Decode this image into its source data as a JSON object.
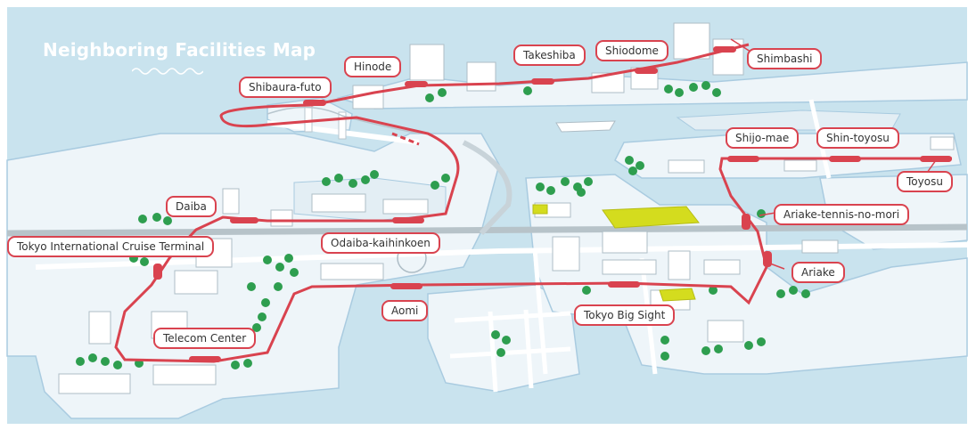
{
  "title": "Neighboring Facilities Map",
  "colors": {
    "sea": "#c9e3ee",
    "land": "#eef5f9",
    "land_edge": "#a9cbe0",
    "road": "#ffffff",
    "railway": "#d9434f",
    "highway": "#b7c3c9",
    "tree": "#2e9e4f",
    "highlight_building": "#d4dc1e"
  },
  "stations": [
    {
      "id": "shibaura-futo",
      "label": "Shibaura-futo"
    },
    {
      "id": "hinode",
      "label": "Hinode"
    },
    {
      "id": "takeshiba",
      "label": "Takeshiba"
    },
    {
      "id": "shiodome",
      "label": "Shiodome"
    },
    {
      "id": "shimbashi",
      "label": "Shimbashi"
    },
    {
      "id": "daiba",
      "label": "Daiba"
    },
    {
      "id": "tokyo-international-cruise-terminal",
      "label": "Tokyo International Cruise Terminal"
    },
    {
      "id": "odaiba-kaihinkoen",
      "label": "Odaiba-kaihinkoen"
    },
    {
      "id": "aomi",
      "label": "Aomi"
    },
    {
      "id": "telecom-center",
      "label": "Telecom Center"
    },
    {
      "id": "tokyo-big-sight",
      "label": "Tokyo Big Sight"
    },
    {
      "id": "shijo-mae",
      "label": "Shijo-mae"
    },
    {
      "id": "shin-toyosu",
      "label": "Shin-toyosu"
    },
    {
      "id": "toyosu",
      "label": "Toyosu"
    },
    {
      "id": "ariake-tennis-no-mori",
      "label": "Ariake-tennis-no-mori"
    },
    {
      "id": "ariake",
      "label": "Ariake"
    }
  ]
}
